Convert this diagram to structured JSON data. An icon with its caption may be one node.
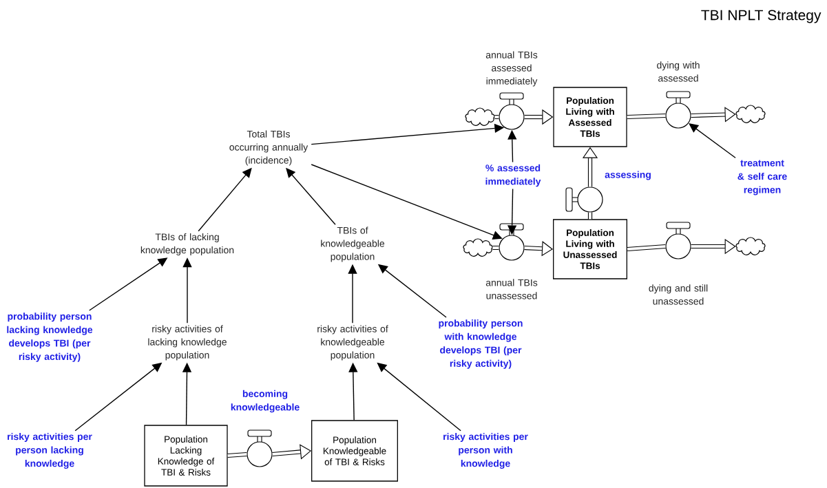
{
  "diagram": {
    "title": "TBI NPLT Strategy",
    "nodes": [
      {
        "text": [],
        "shape": "cloud"
      },
      {
        "text": [],
        "shape": "circle",
        "beside": [
          "annual TBIs assessed immediately"
        ]
      },
      {
        "text": [
          "Population Living with Assessed TBIs"
        ]
      },
      {
        "text": [],
        "shape": "circle",
        "beside": [
          "dying with assessed"
        ]
      },
      {
        "text": [],
        "shape": "cloud"
      },
      {
        "text": [
          "Total TBIs occurring annually (incidence)"
        ]
      },
      {
        "text": [
          "% assessed immediately"
        ]
      },
      {
        "text": [],
        "shape": "circle",
        "beside": [
          "assessing"
        ]
      },
      {
        "text": [
          "treatment & self care regimen"
        ]
      },
      {
        "text": [],
        "shape": "cloud"
      },
      {
        "text": [],
        "shape": "circle",
        "beside": [
          "annual TBIs unassessed"
        ]
      },
      {
        "text": [
          "Population Living with Unassessed TBIs"
        ]
      },
      {
        "text": [],
        "shape": "circle",
        "beside": [
          "dying and still unassessed"
        ]
      },
      {
        "text": [],
        "shape": "cloud"
      },
      {
        "text": [
          "TBIs of lacking knowledge population"
        ]
      },
      {
        "text": [
          "TBIs of knowledgeable population"
        ]
      },
      {
        "text": [
          "probability person lacking knowledge develops TBI (per risky activity)"
        ]
      },
      {
        "text": [
          "risky activities of lacking knowledge population"
        ]
      },
      {
        "text": [
          "risky activities of knowledgeable population"
        ]
      },
      {
        "text": [
          "probability person with knowledge develops TBI (per risky activity)"
        ]
      },
      {
        "text": [
          "risky activities per person lacking knowledge"
        ]
      },
      {
        "text": [
          "Population Lacking Knowledge of TBI & Risks"
        ]
      },
      {
        "text": [],
        "shape": "circle",
        "beside": [
          "becoming knowledgeable"
        ]
      },
      {
        "text": [
          "Population Knowledgeable of TBI & Risks"
        ]
      },
      {
        "text": [
          "risky activities per person with knowledge"
        ]
      }
    ],
    "edges": [
      {
        "from": 0,
        "to": 1,
        "arrow": "none",
        "style": "thick"
      },
      {
        "from": 1,
        "to": 2,
        "arrow": "to",
        "style": "thick"
      },
      {
        "from": 2,
        "to": 3,
        "arrow": "none",
        "style": "thick"
      },
      {
        "from": 3,
        "to": 4,
        "arrow": "to",
        "style": "thick"
      },
      {
        "from": 11,
        "to": 7,
        "arrow": "none",
        "style": "thick"
      },
      {
        "from": 7,
        "to": 2,
        "arrow": "to",
        "style": "thick"
      },
      {
        "from": 9,
        "to": 10,
        "arrow": "none",
        "style": "thick"
      },
      {
        "from": 10,
        "to": 11,
        "arrow": "to",
        "style": "thick"
      },
      {
        "from": 11,
        "to": 12,
        "arrow": "none",
        "style": "thick"
      },
      {
        "from": 12,
        "to": 13,
        "arrow": "to",
        "style": "thick"
      },
      {
        "from": 21,
        "to": 22,
        "arrow": "none",
        "style": "thick"
      },
      {
        "from": 22,
        "to": 23,
        "arrow": "to",
        "style": "thick"
      },
      {
        "from": 5,
        "to": 1,
        "arrow": "to"
      },
      {
        "from": 5,
        "to": 10,
        "arrow": "to"
      },
      {
        "from": 6,
        "to": 1,
        "arrow": "to"
      },
      {
        "from": 6,
        "to": 10,
        "arrow": "to"
      },
      {
        "from": 8,
        "to": 3,
        "arrow": "to"
      },
      {
        "from": 14,
        "to": 5,
        "arrow": "to"
      },
      {
        "from": 15,
        "to": 5,
        "arrow": "to"
      },
      {
        "from": 16,
        "to": 14,
        "arrow": "to"
      },
      {
        "from": 17,
        "to": 14,
        "arrow": "to"
      },
      {
        "from": 18,
        "to": 15,
        "arrow": "to"
      },
      {
        "from": 19,
        "to": 15,
        "arrow": "to"
      },
      {
        "from": 20,
        "to": 17,
        "arrow": "to"
      },
      {
        "from": 21,
        "to": 17,
        "arrow": "to"
      },
      {
        "from": 23,
        "to": 18,
        "arrow": "to"
      },
      {
        "from": 24,
        "to": 18,
        "arrow": "to"
      }
    ]
  }
}
